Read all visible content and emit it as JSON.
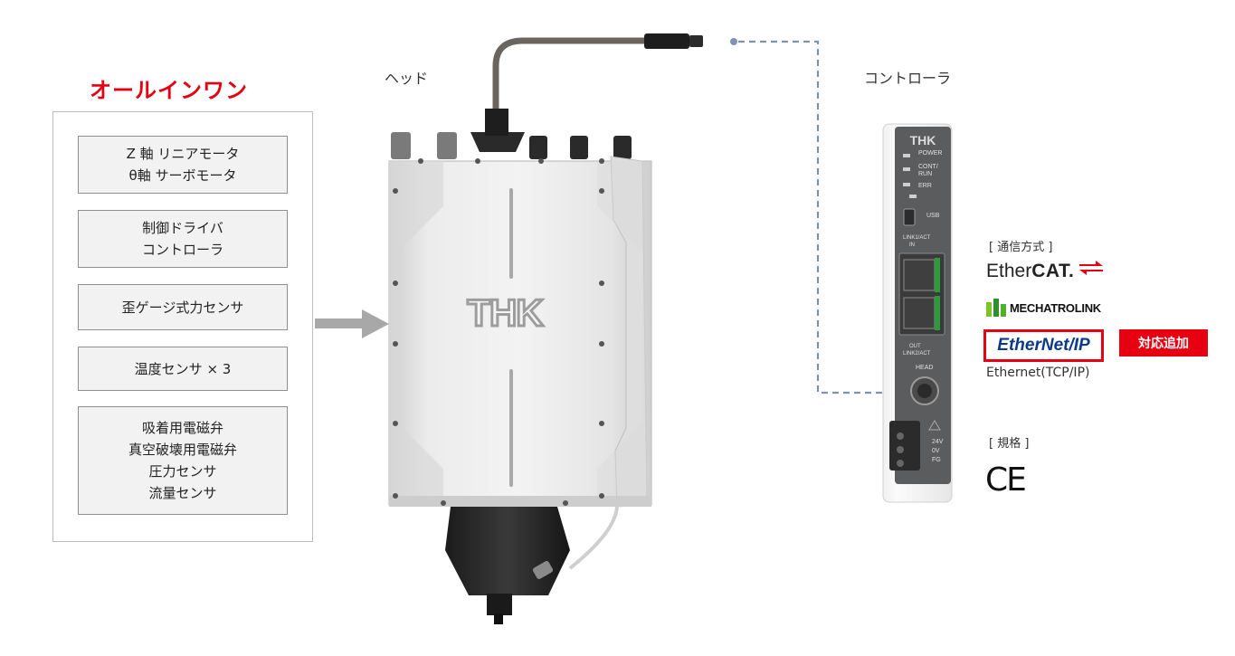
{
  "title": "オールインワン",
  "components": [
    {
      "lines": [
        "Z 軸 リニアモータ",
        "θ軸 サーボモータ"
      ]
    },
    {
      "lines": [
        "制御ドライバ",
        "コントローラ"
      ]
    },
    {
      "lines": [
        "歪ゲージ式力センサ"
      ]
    },
    {
      "lines": [
        "温度センサ × 3"
      ]
    },
    {
      "lines": [
        "吸着用電磁弁",
        "真空破壊用電磁弁",
        "圧力センサ",
        "流量センサ"
      ]
    }
  ],
  "labels": {
    "head": "ヘッド",
    "controller": "コントローラ"
  },
  "head_logo": "THK",
  "controller": {
    "logo": "THK",
    "leds": [
      "POWER",
      "CONT/\nRUN",
      "ERR"
    ],
    "usb": "USB",
    "link1": "LINK1/ACT",
    "in": "IN",
    "out": "OUT",
    "link2": "LINK2/ACT",
    "head": "HEAD",
    "power": [
      "24V",
      "0V",
      "FG"
    ]
  },
  "comm": {
    "heading": "[ 通信方式 ]",
    "ethercat_a": "Ether",
    "ethercat_b": "CAT.",
    "mechatrolink": "MECHATROLINK",
    "ethernetip": "EtherNet/IP",
    "new_badge": "対応追加",
    "ethernet_tcp": "Ethernet(TCP/IP)"
  },
  "standard": {
    "heading": "[ 規格 ]",
    "mark": "CE"
  },
  "colors": {
    "accent": "#e60012",
    "box_bg": "#f2f2f2",
    "enip_blue": "#0b3a8c",
    "cable_dash": "#7f93ae"
  }
}
